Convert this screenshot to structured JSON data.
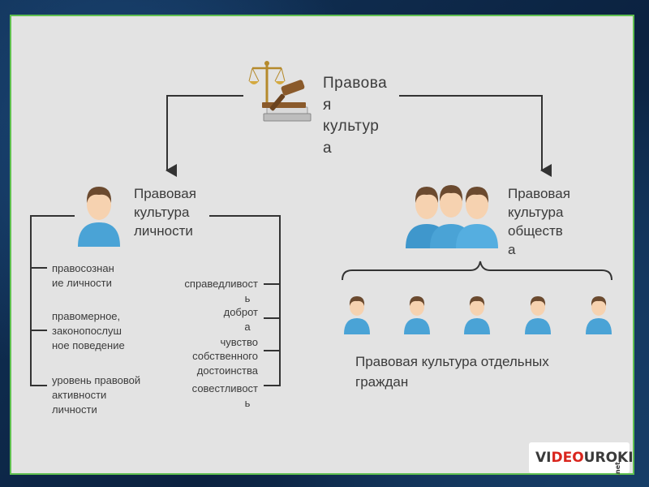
{
  "title": "Правовая культура",
  "title_lines": [
    "Правова",
    "я",
    "культур",
    "а"
  ],
  "left_branch": {
    "title_lines": [
      "Правовая",
      "культура",
      "личности"
    ],
    "components": [
      {
        "lines": [
          "правосознан",
          "ие личности"
        ]
      },
      {
        "lines": [
          "правомерное,",
          "законопослуш",
          "ное поведение"
        ]
      },
      {
        "lines": [
          "уровень правовой",
          "активности",
          "личности"
        ]
      }
    ],
    "qualities": [
      {
        "lines": [
          "справедливост",
          "ь"
        ]
      },
      {
        "lines": [
          "доброт",
          "а"
        ]
      },
      {
        "lines": [
          "чувство",
          "собственного",
          "достоинства"
        ]
      },
      {
        "lines": [
          "совестливост",
          "ь"
        ]
      }
    ]
  },
  "right_branch": {
    "title_lines": [
      "Правовая",
      "культура",
      "обществ",
      "а"
    ],
    "citizens_lines": [
      "Правовая культура отдельных",
      "граждан"
    ]
  },
  "logo": {
    "text_pre": "VI",
    "text_red": "DEO",
    "text_post": "UROKI",
    "suffix": ".net"
  },
  "colors": {
    "line": "#333333",
    "person_shirt": "#4aa3d6",
    "person_hair": "#6b4a2f",
    "person_skin": "#f6d2b0",
    "slide_bg": "#e3e3e3",
    "border": "#5fbf4f"
  }
}
